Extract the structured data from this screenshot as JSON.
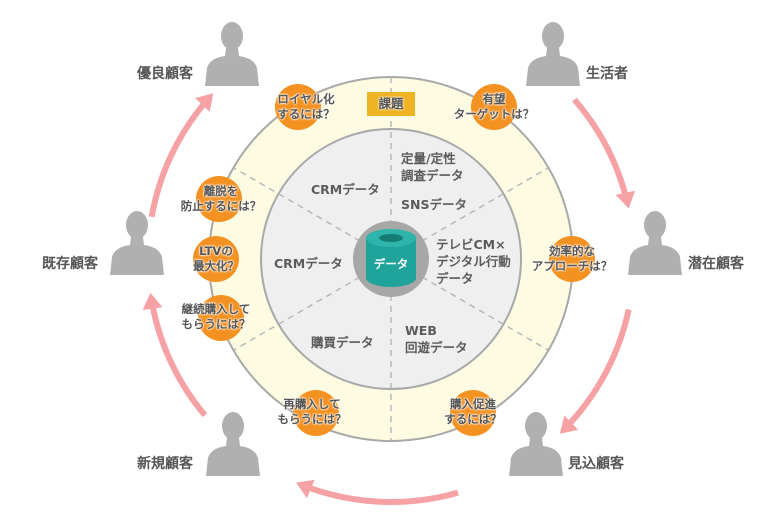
{
  "title_badge": "課題",
  "center_label": "データ",
  "colors": {
    "outer_ring": "#fefbe3",
    "inner_circle": "#efefef",
    "ring_border": "#a8a8a8",
    "accent_orange": "#f39121",
    "badge_yellow": "#f0b323",
    "cylinder_teal": "#1fa39b",
    "arrow_pink": "#f6a1a4",
    "person_gray": "#b0b0b0"
  },
  "persons": [
    {
      "id": "seikatsusha",
      "label": "生活者"
    },
    {
      "id": "senzai",
      "label": "潜在顧客"
    },
    {
      "id": "mikomi",
      "label": "見込顧客"
    },
    {
      "id": "shinki",
      "label": "新規顧客"
    },
    {
      "id": "kizon",
      "label": "既存顧客"
    },
    {
      "id": "yuryo",
      "label": "優良顧客"
    }
  ],
  "questions": [
    {
      "line1": "有望",
      "line2": "ターゲットは？"
    },
    {
      "line1": "効率的な",
      "line2": "アプローチは？"
    },
    {
      "line1": "購入促進",
      "line2": "するには？"
    },
    {
      "line1": "再購入して",
      "line2": "もらうには？"
    },
    {
      "line1": "継続購入して",
      "line2": "もらうには？"
    },
    {
      "line1": "LTVの",
      "line2": "最大化？"
    },
    {
      "line1": "離脱を",
      "line2": "防止するには？"
    },
    {
      "line1": "ロイヤル化",
      "line2": "するには？"
    }
  ],
  "data_sources": [
    {
      "line1": "定量/定性",
      "line2": "調査データ"
    },
    {
      "line1": "SNSデータ"
    },
    {
      "line1": "テレビCM×",
      "line2": "デジタル行動",
      "line3": "データ"
    },
    {
      "line1": "WEB",
      "line2": "回遊データ"
    },
    {
      "line1": "購買データ"
    },
    {
      "line1": "CRMデータ"
    },
    {
      "line1": "CRMデータ"
    }
  ]
}
